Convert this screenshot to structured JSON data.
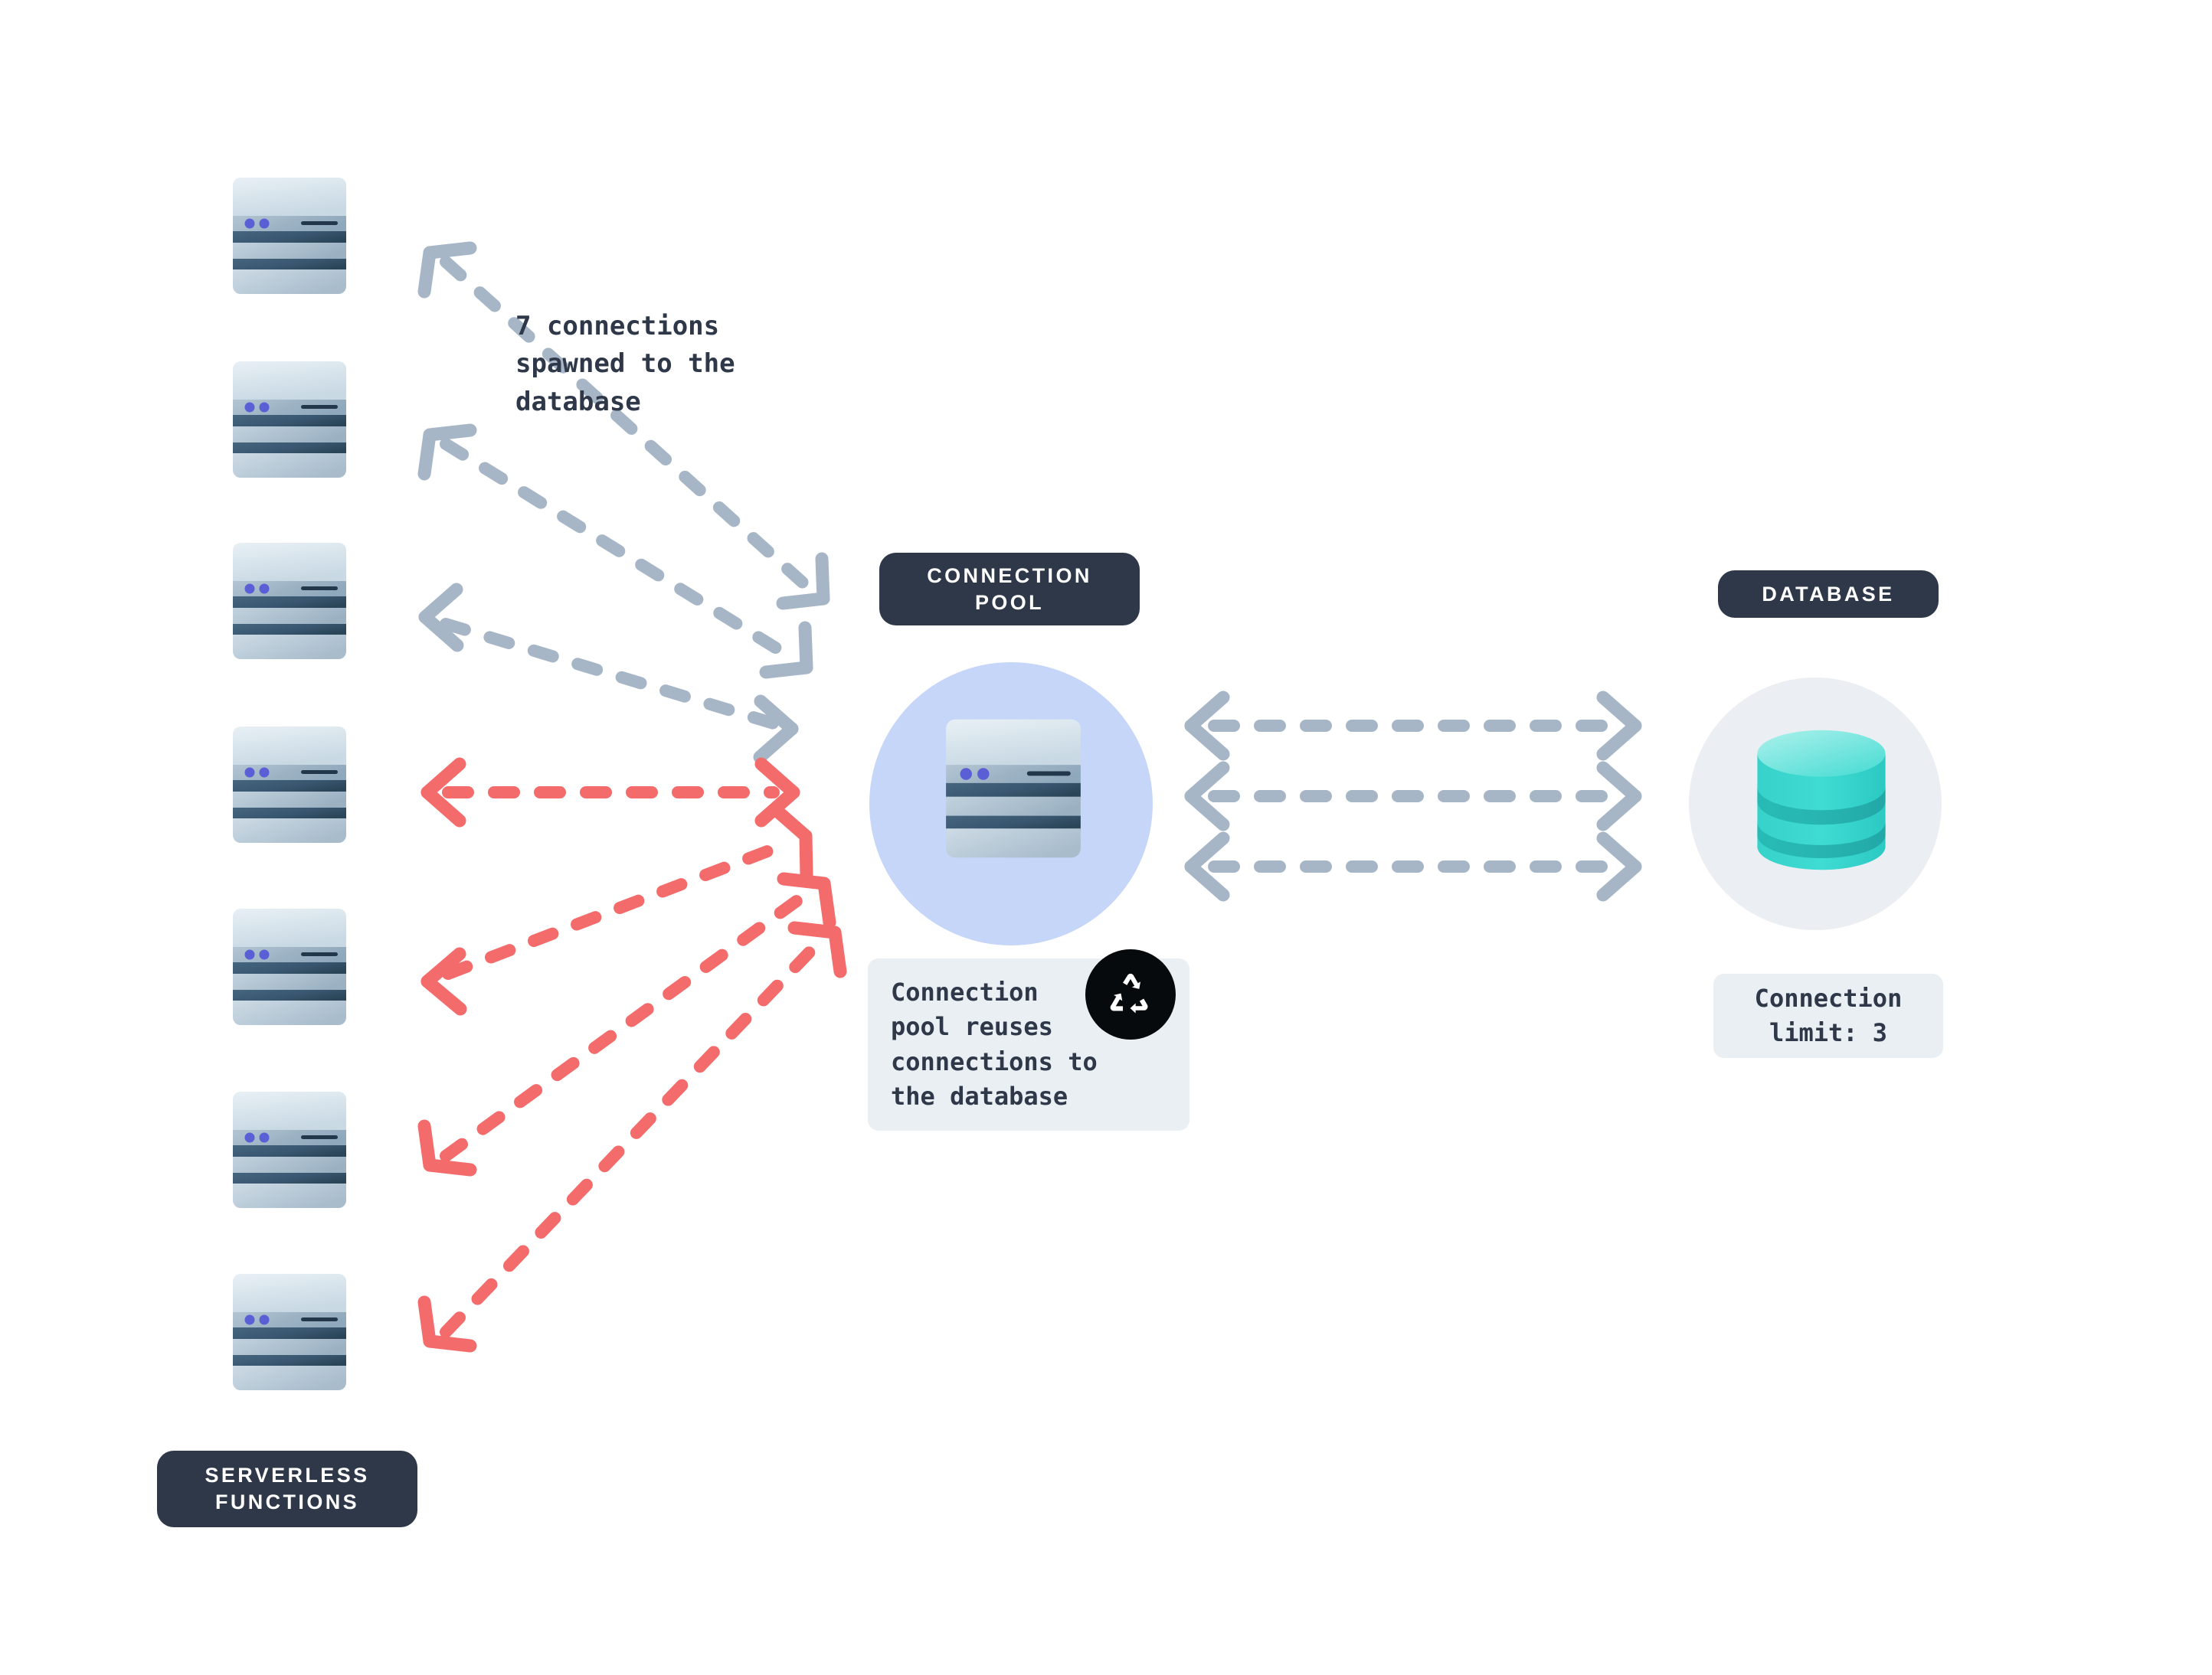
{
  "diagram": {
    "title": "Serverless functions connection pooling to database",
    "background": "#ffffff",
    "colors": {
      "label_pill_bg": "#2e3849",
      "label_pill_text": "#ffffff",
      "info_box_bg": "#e9eff3",
      "info_text": "#2e3849",
      "gray_arrow": "#a7b6c7",
      "red_arrow": "#f46b6b",
      "pool_circle": "#c6d6f9",
      "db_circle": "#ebeff3",
      "database_teal": "#3fd8d0",
      "recycle_badge": "#070a0c",
      "server_body_light": "#d6e2ea",
      "server_band_dark": "#3c5a72",
      "server_led": "#5a5fd6"
    },
    "labels": {
      "serverless_functions": "SERVERLESS\nFUNCTIONS",
      "connection_pool": "CONNECTION\nPOOL",
      "database": "DATABASE"
    },
    "annotations": {
      "spawned_note": "7 connections\nspawned to the\ndatabase",
      "reuse_note": "Connection\npool reuses\nconnections to\nthe database",
      "connection_limit": "Connection\nlimit: 3"
    },
    "counts": {
      "serverless_functions": 7,
      "connections_spawned": 7,
      "pool_to_db_connections": 3,
      "connection_limit": 3
    },
    "icons": {
      "server": "server-icon",
      "database": "database-cylinder-icon",
      "recycle": "recycle-icon"
    },
    "arrows": {
      "functions_to_pool_gray": 3,
      "functions_to_pool_red": 4,
      "pool_to_database": 3,
      "style": "dashed-bidirectional"
    }
  },
  "servers": [
    {
      "id": "fn-1"
    },
    {
      "id": "fn-2"
    },
    {
      "id": "fn-3"
    },
    {
      "id": "fn-4"
    },
    {
      "id": "fn-5"
    },
    {
      "id": "fn-6"
    },
    {
      "id": "fn-7"
    }
  ]
}
